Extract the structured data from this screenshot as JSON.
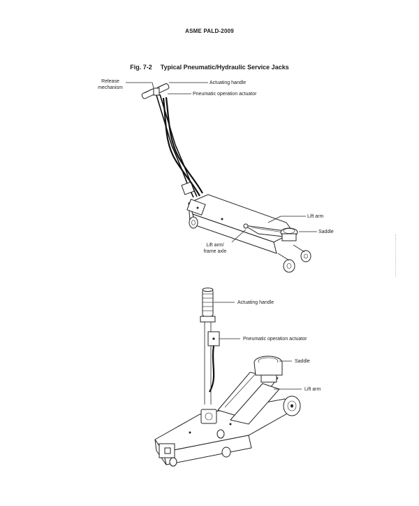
{
  "header": {
    "document_id": "ASME PALD-2009"
  },
  "figure": {
    "number": "Fig. 7-2",
    "title": "Typical Pneumatic/Hydraulic Service Jacks"
  },
  "jack_top": {
    "labels": {
      "release_line1": "Release",
      "release_line2": "mechanism",
      "actuating_handle": "Actuating handle",
      "pneumatic_actuator": "Pneumatic operation actuator",
      "lift_arm": "Lift arm",
      "saddle": "Saddle",
      "axle_line1": "Lift arm/",
      "axle_line2": "frame axle"
    }
  },
  "jack_bottom": {
    "labels": {
      "actuating_handle": "Actuating handle",
      "pneumatic_actuator": "Pneumatic operation actuator",
      "saddle": "Saddle",
      "lift_arm": "Lift arm"
    }
  }
}
